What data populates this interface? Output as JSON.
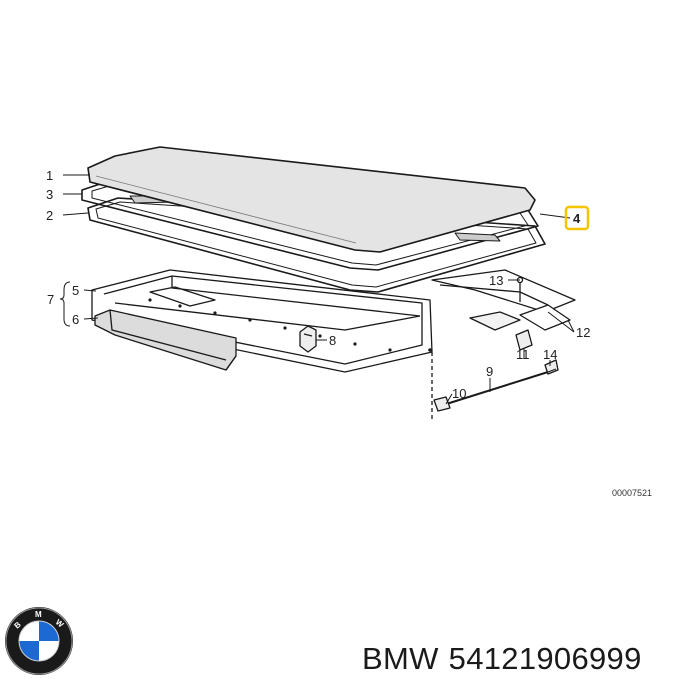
{
  "diagram": {
    "callouts": [
      "1",
      "2",
      "3",
      "4",
      "5",
      "6",
      "7",
      "8",
      "9",
      "10",
      "11",
      "12",
      "13",
      "14"
    ],
    "highlighted_callout": "4",
    "highlight_color": "#f2c500",
    "reference_number": "00007521"
  },
  "footer": {
    "brand": "BMW",
    "part_number": "54121906999"
  },
  "logo": {
    "icon": "bmw-roundel-icon",
    "letters": "BMW",
    "colors": {
      "blue": "#1c69d4",
      "ring": "#1a1a1a",
      "white": "#ffffff"
    }
  }
}
